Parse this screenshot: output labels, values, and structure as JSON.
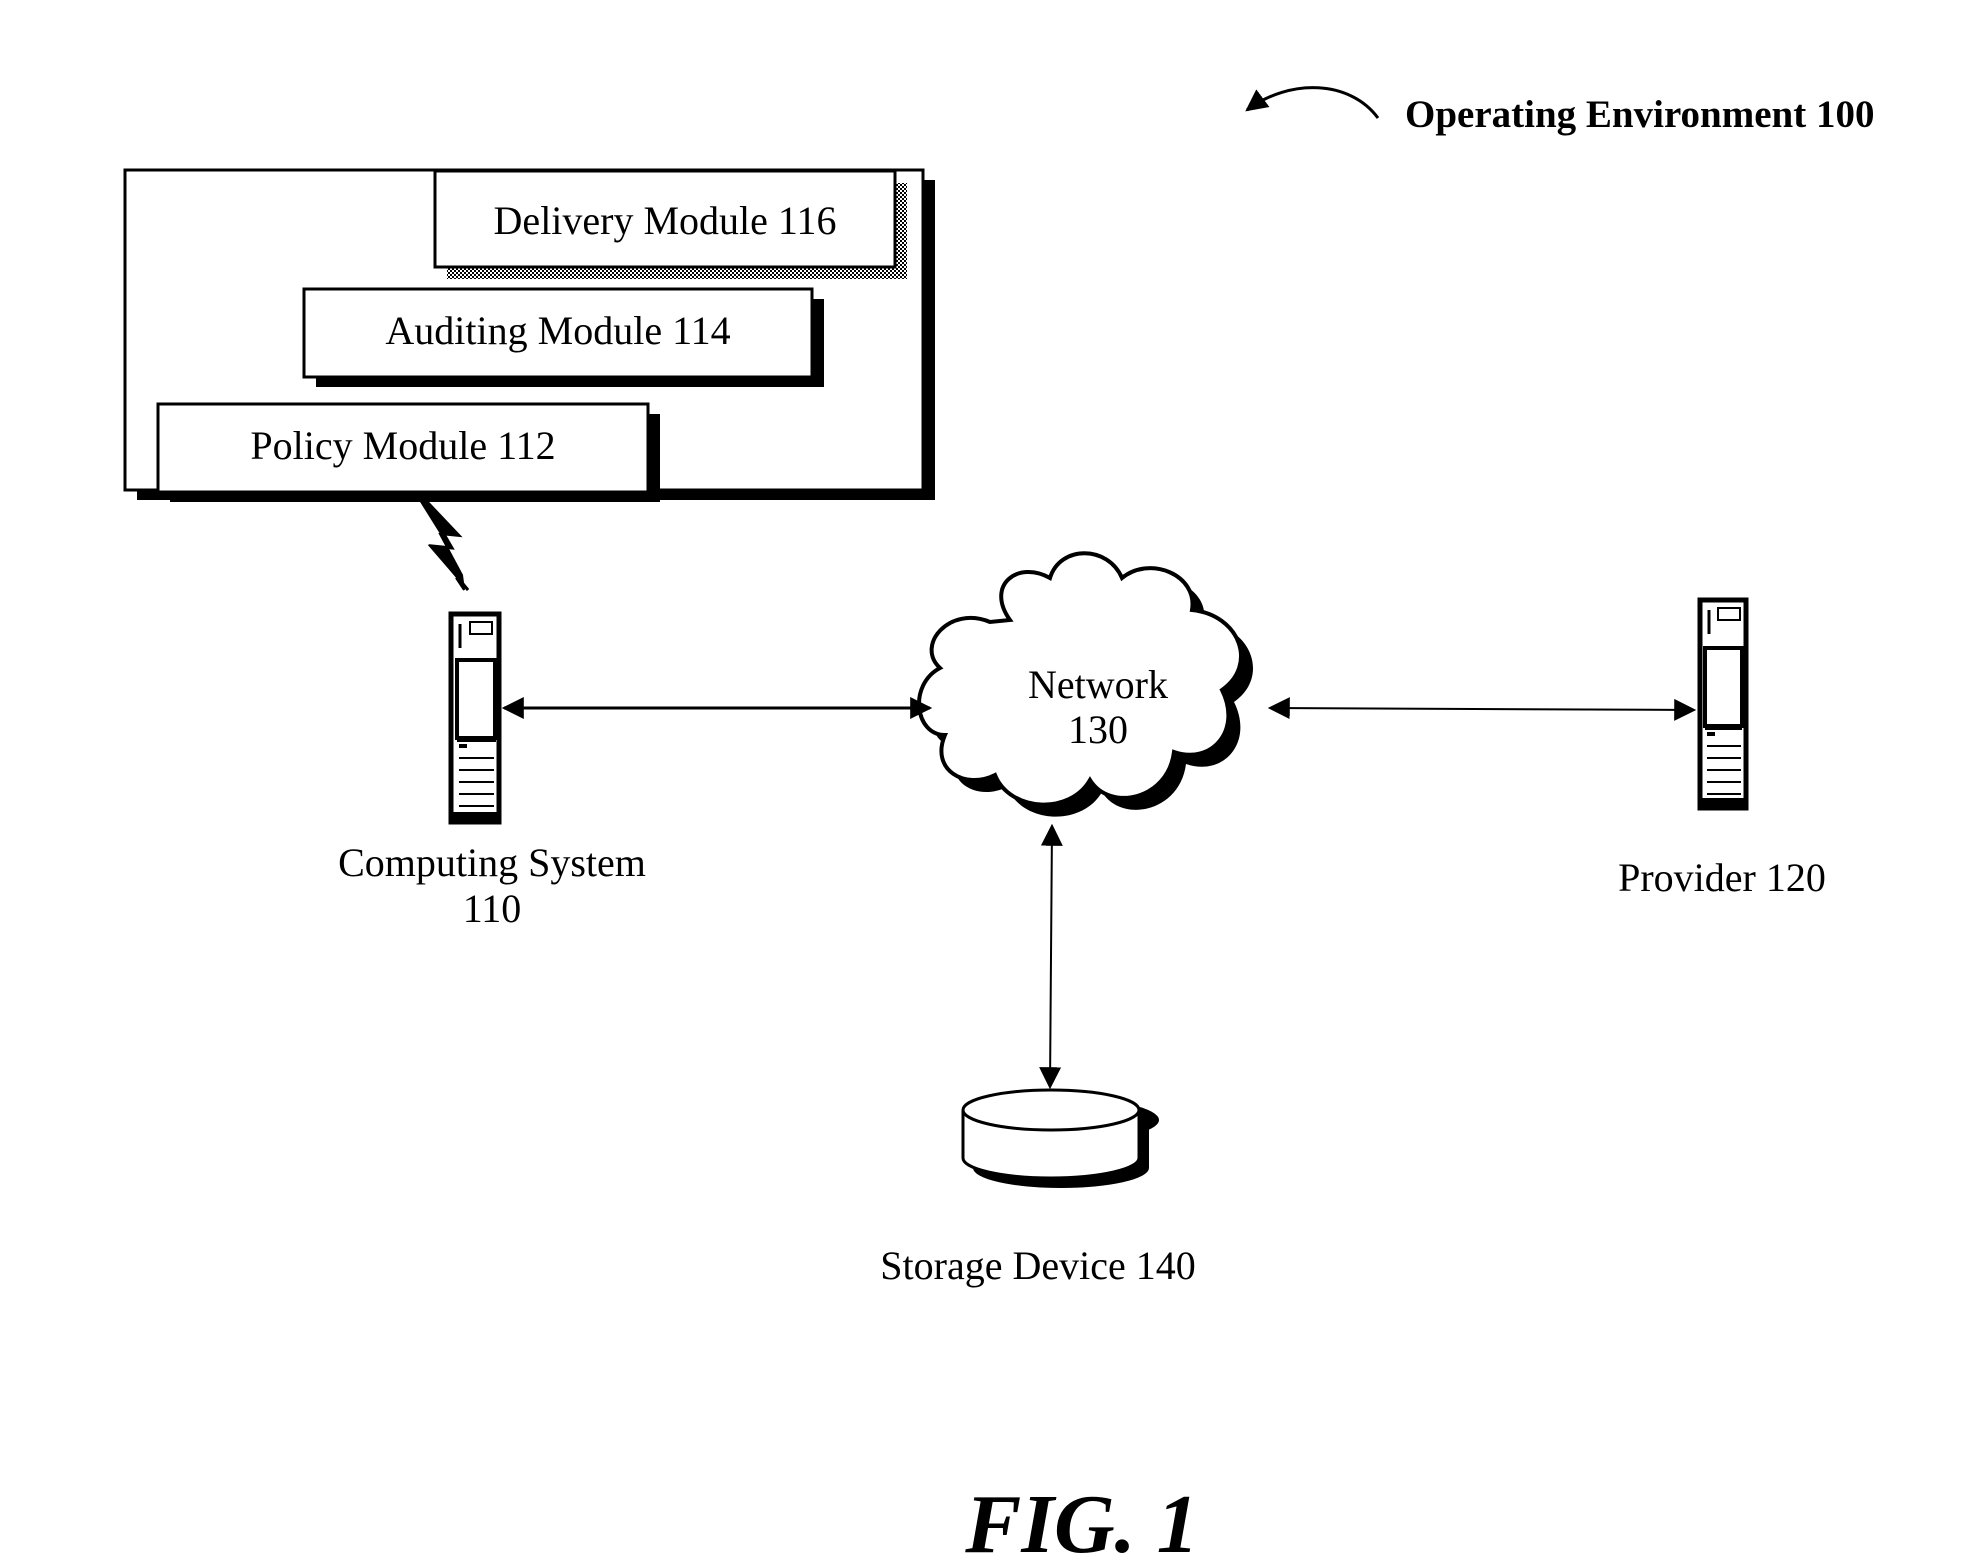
{
  "title": "Operating Environment 100",
  "modules": {
    "delivery": "Delivery Module 116",
    "auditing": "Auditing Module 114",
    "policy": "Policy Module 112"
  },
  "nodes": {
    "computing_system": [
      "Computing System",
      "110"
    ],
    "network": [
      "Network",
      "130"
    ],
    "provider": "Provider 120",
    "storage": "Storage Device 140"
  },
  "figure_label": "FIG. 1"
}
